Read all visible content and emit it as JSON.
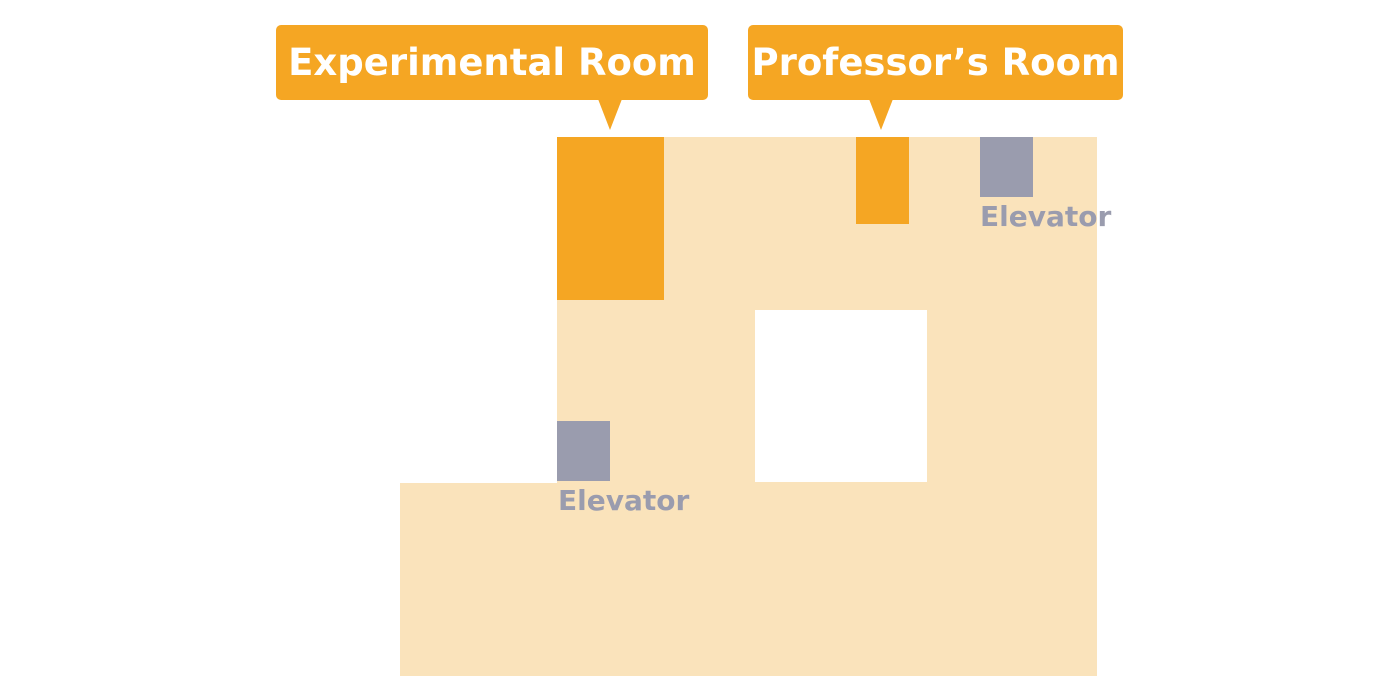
{
  "colors": {
    "floor": "#FAE3BB",
    "room_highlight": "#F5A623",
    "elevator": "#9A9CAE",
    "courtyard": "#FFFFFF"
  },
  "callouts": {
    "experimental_room": "Experimental Room",
    "professors_room": "Professor’s Room"
  },
  "elevators": {
    "top_label": "Elevator",
    "bottom_label": "Elevator"
  }
}
